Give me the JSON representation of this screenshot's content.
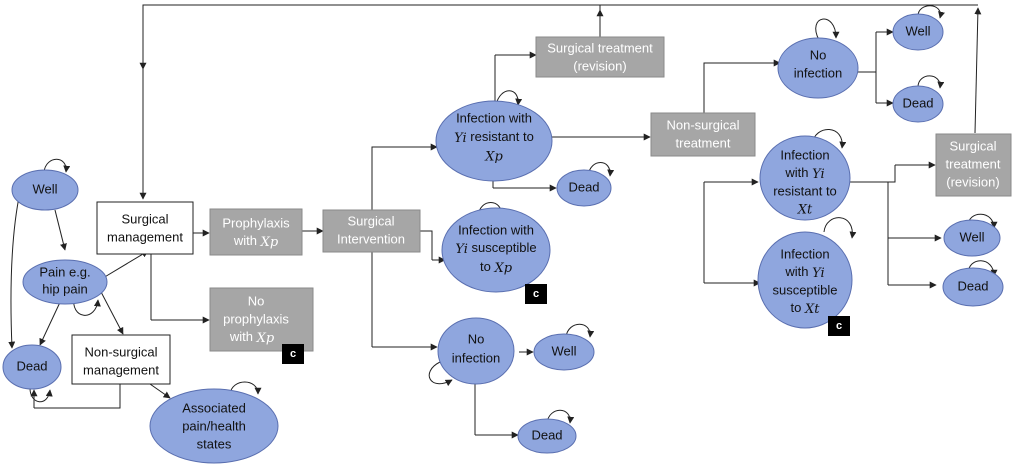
{
  "well": "Well",
  "dead": "Dead",
  "pain_1": "Pain e.g.",
  "pain_2": "hip pain",
  "surgical_mgmt_1": "Surgical",
  "surgical_mgmt_2": "management",
  "nonsurgical_mgmt_1": "Non-surgical",
  "nonsurgical_mgmt_2": "management",
  "associated_1": "Associated",
  "associated_2": "pain/health",
  "associated_3": "states",
  "prophylaxis_1": "Prophylaxis",
  "prophylaxis_2": "with",
  "no_prophylaxis_1": "No",
  "no_prophylaxis_2": "prophylaxis",
  "no_prophylaxis_3": "with",
  "var_xp": "Xp",
  "var_yi": "Yi",
  "var_xt": "Xt",
  "surg_int_1": "Surgical",
  "surg_int_2": "Intervention",
  "infection_with": "Infection with",
  "infection": "Infection",
  "with": "with",
  "resistant_to": "resistant to",
  "susceptible_to": "susceptible to",
  "susceptible": "susceptible",
  "to": "to",
  "no": "No",
  "infection_lower": "infection",
  "surg_treatment_1": "Surgical treatment",
  "revision": "(revision)",
  "surgical": "Surgical",
  "treatment": "treatment",
  "nonsurg_treatment_1": "Non-surgical",
  "nonsurg_treatment_2": "treatment",
  "c_badge": "c"
}
